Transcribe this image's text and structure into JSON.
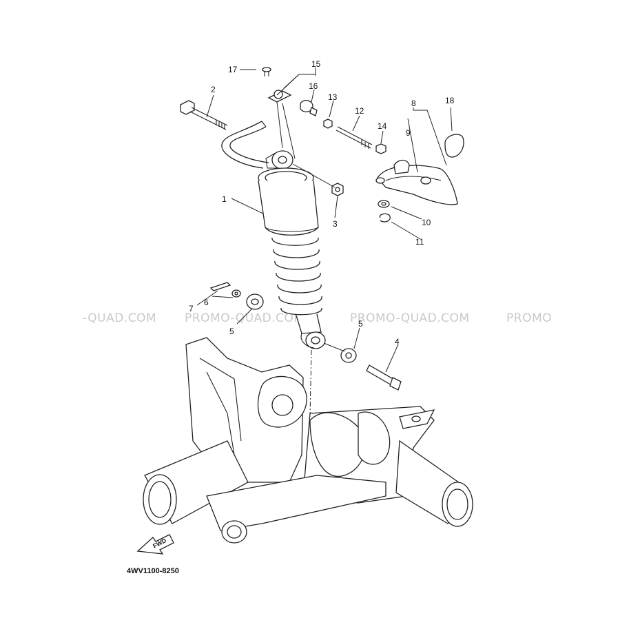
{
  "diagram": {
    "part_code": "4WV1100-8250",
    "fwd_label": "FWD",
    "watermarks": [
      "-QUAD.COM",
      "PROMO-QUAD.COM",
      "PROMO-QUAD.COM",
      "PROMO"
    ],
    "callouts": [
      "1",
      "2",
      "3",
      "4",
      "5",
      "5",
      "6",
      "7",
      "8",
      "9",
      "10",
      "11",
      "12",
      "13",
      "14",
      "15",
      "16",
      "17",
      "18"
    ]
  }
}
